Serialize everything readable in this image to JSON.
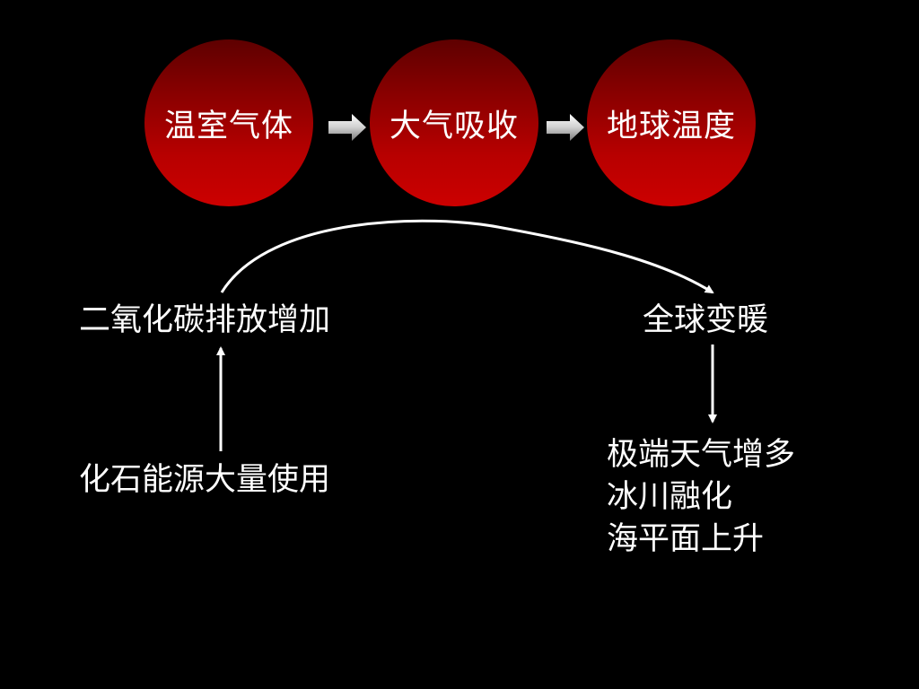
{
  "chain": {
    "items": [
      {
        "label": "温室气体"
      },
      {
        "label": "大气吸收"
      },
      {
        "label": "地球温度"
      }
    ]
  },
  "cause": {
    "co2": "二氧化碳排放增加",
    "fossil": "化石能源大量使用"
  },
  "result": {
    "warming": "全球变暖",
    "effects": [
      "极端天气增多",
      "冰川融化",
      "海平面上升"
    ]
  },
  "colors": {
    "background": "#000000",
    "circle_top": "#5e0000",
    "circle_bottom": "#cc0000",
    "text": "#ffffff",
    "arrow_light": "#f0f0f0",
    "arrow_dark": "#8a8a8a"
  }
}
